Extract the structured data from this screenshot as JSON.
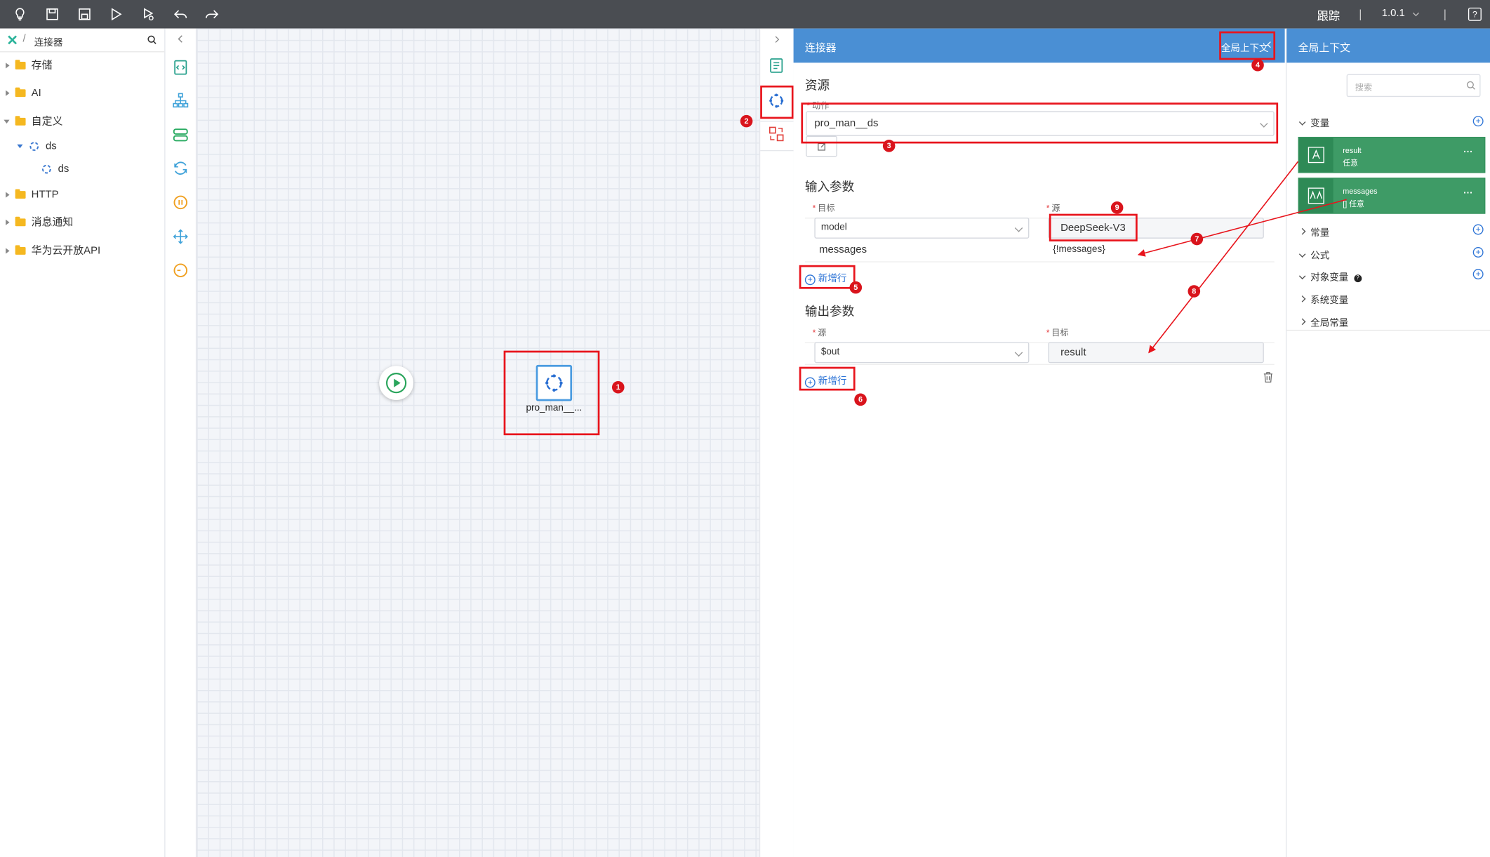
{
  "topbar": {
    "trace_label": "跟踪",
    "sep1": "|",
    "version": "1.0.1",
    "sep2": "|",
    "help": "?"
  },
  "tree": {
    "breadcrumb_sep": "/",
    "breadcrumb": "连接器",
    "items": [
      {
        "label": "存储"
      },
      {
        "label": "AI"
      },
      {
        "label": "自定义"
      },
      {
        "label": "ds"
      },
      {
        "label": "ds"
      },
      {
        "label": "HTTP"
      },
      {
        "label": "消息通知"
      },
      {
        "label": "华为云开放API"
      }
    ]
  },
  "canvas": {
    "node_label": "pro_man__..."
  },
  "panel": {
    "title": "连接器",
    "global_ctx_link": "全局上下文",
    "resource_title": "资源",
    "action_label": "动作",
    "action_value": "pro_man__ds",
    "input_title": "输入参数",
    "input_target_label": "目标",
    "input_source_label": "源",
    "input_rows": [
      {
        "target": "model",
        "source": "DeepSeek-V3"
      },
      {
        "target": "messages",
        "source": "{!messages}"
      }
    ],
    "add_row": "新增行",
    "output_title": "输出参数",
    "output_source_label": "源",
    "output_target_label": "目标",
    "output_rows": [
      {
        "source": "$out",
        "target": "result"
      }
    ],
    "add_row2": "新增行"
  },
  "context": {
    "title": "全局上下文",
    "search_placeholder": "搜索",
    "variables_label": "变量",
    "variables": [
      {
        "name": "result",
        "type": "任意"
      },
      {
        "name": "messages",
        "type": "[] 任意"
      }
    ],
    "categories": [
      "常量",
      "公式",
      "对象变量",
      "系统变量",
      "全局常量"
    ]
  },
  "annotations": [
    "1",
    "2",
    "3",
    "4",
    "5",
    "6",
    "7",
    "8",
    "9"
  ],
  "colors": {
    "topbar": "#4a4d52",
    "panel_header": "#4a8fd4",
    "variable": "#3e9b66",
    "annotation": "#e8141c",
    "link": "#2d74d6"
  }
}
